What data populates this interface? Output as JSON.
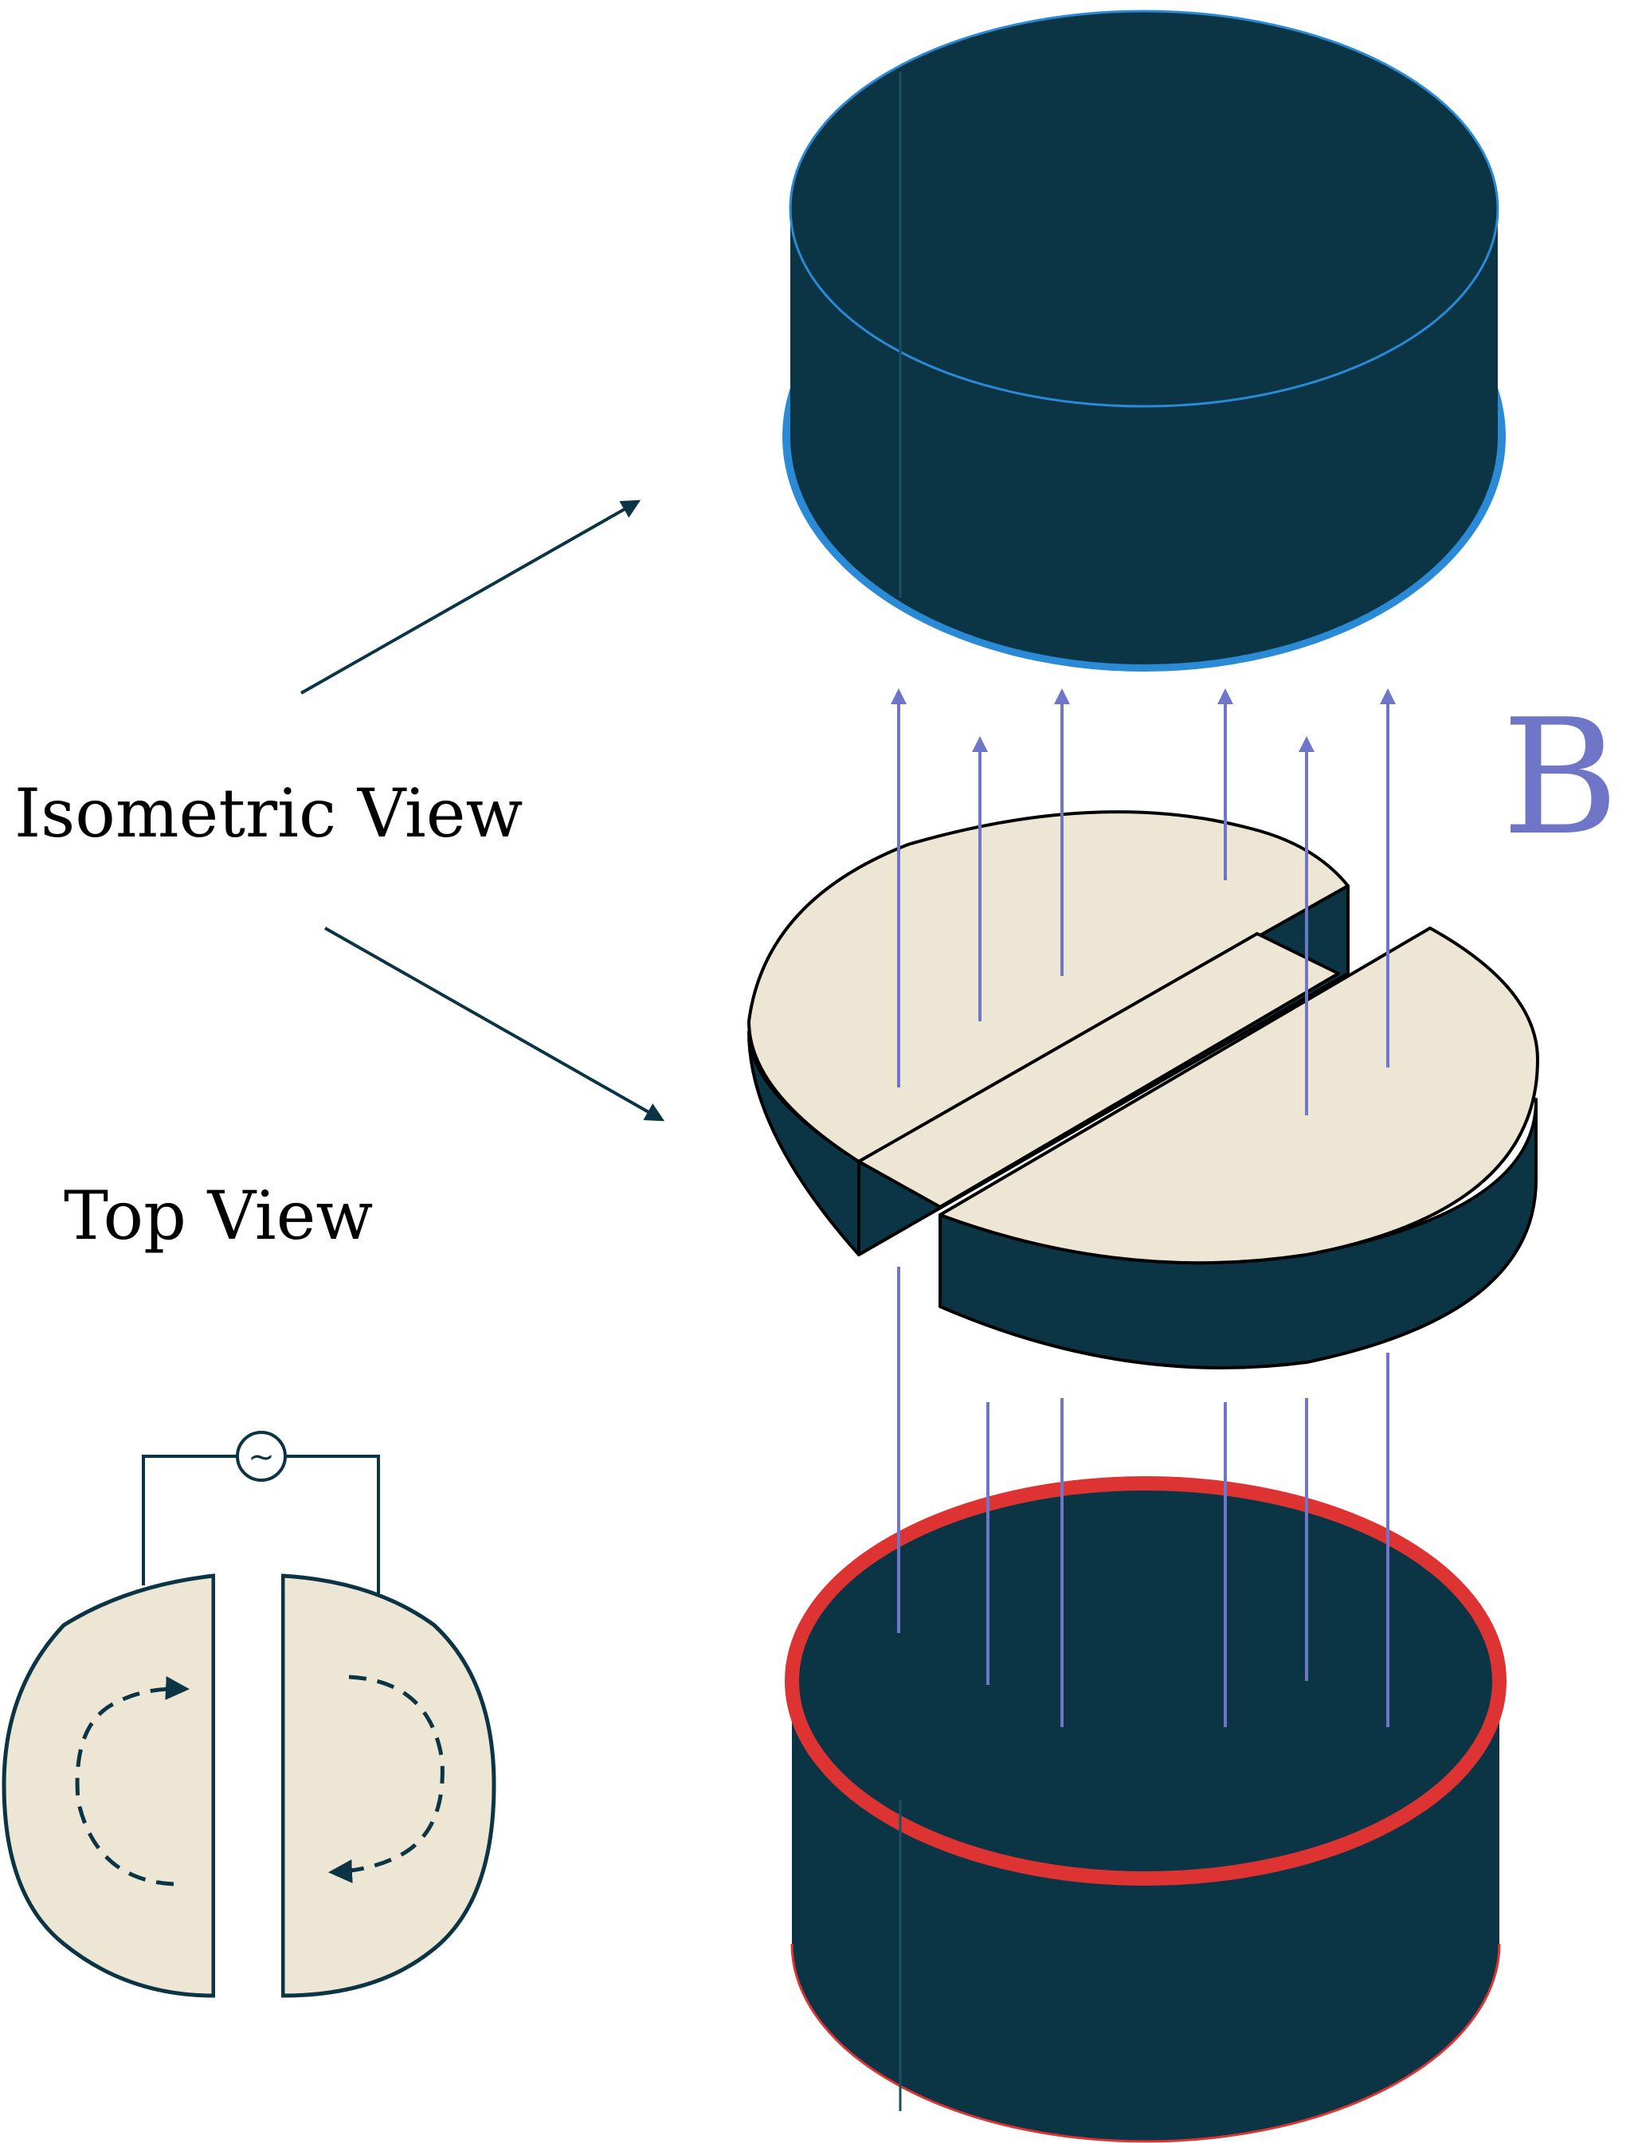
{
  "labels": {
    "isometric_view": "Isometric View",
    "top_view": "Top View",
    "field_symbol": "B",
    "source_symbol": "~"
  },
  "colors": {
    "magnet_body": "#0b3545",
    "top_magnet_rim": "#2a8ad6",
    "bottom_magnet_rim": "#dd3333",
    "disc_face": "#ede6d5",
    "disc_side": "#0b3545",
    "field_lines": "#6f76c8",
    "annotation": "#0b3545",
    "label_text": "#000000"
  },
  "field": {
    "direction": "up",
    "line_count_between_upper_magnet_and_disc": 6,
    "line_count_below_disc": 6
  }
}
